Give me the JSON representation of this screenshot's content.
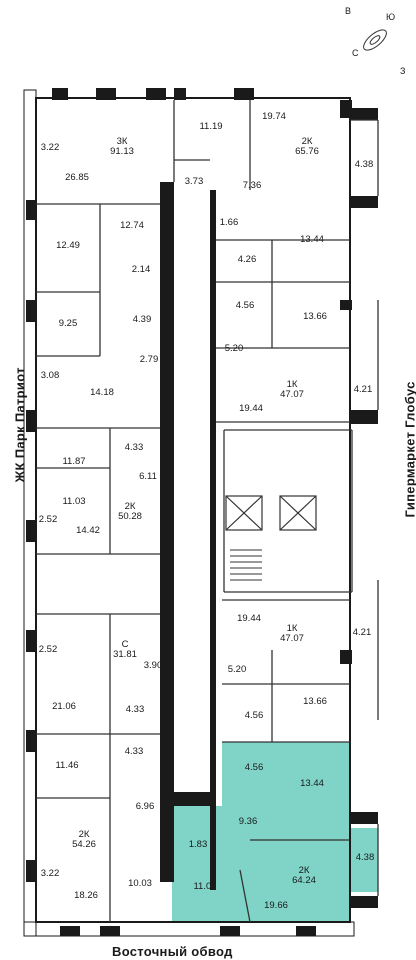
{
  "labels": {
    "left_street": "ЖК Парк Патриот",
    "right_street": "Гипермаркет Глобус",
    "bottom_street": "Восточный обвод",
    "compass_n": "С",
    "compass_s": "Ю",
    "compass_e": "В",
    "compass_w": "З"
  },
  "rooms": [
    {
      "id": "r01",
      "text": "3.22"
    },
    {
      "id": "r02",
      "text": "3К\n91.13"
    },
    {
      "id": "r03",
      "text": "26.85"
    },
    {
      "id": "r04",
      "text": "11.19"
    },
    {
      "id": "r05",
      "text": "19.74"
    },
    {
      "id": "r06",
      "text": "2К\n65.76"
    },
    {
      "id": "r07",
      "text": "4.38"
    },
    {
      "id": "r08",
      "text": "3.73"
    },
    {
      "id": "r09",
      "text": "7.36"
    },
    {
      "id": "r10",
      "text": "1.66"
    },
    {
      "id": "r11",
      "text": "12.74"
    },
    {
      "id": "r12",
      "text": "12.49"
    },
    {
      "id": "r13",
      "text": "13.44"
    },
    {
      "id": "r14",
      "text": "2.14"
    },
    {
      "id": "r15",
      "text": "4.26"
    },
    {
      "id": "r16",
      "text": "4.39"
    },
    {
      "id": "r17",
      "text": "9.25"
    },
    {
      "id": "r18",
      "text": "4.56"
    },
    {
      "id": "r19",
      "text": "13.66"
    },
    {
      "id": "r20",
      "text": "5.20"
    },
    {
      "id": "r21",
      "text": "2.79"
    },
    {
      "id": "r22",
      "text": "3.08"
    },
    {
      "id": "r23",
      "text": "14.18"
    },
    {
      "id": "r24",
      "text": "1К\n47.07"
    },
    {
      "id": "r25",
      "text": "4.21"
    },
    {
      "id": "r26",
      "text": "19.44"
    },
    {
      "id": "r27",
      "text": "4.33"
    },
    {
      "id": "r28",
      "text": "11.87"
    },
    {
      "id": "r29",
      "text": "6.11"
    },
    {
      "id": "r30",
      "text": "11.03"
    },
    {
      "id": "r31",
      "text": "2К\n50.28"
    },
    {
      "id": "r32",
      "text": "2.52"
    },
    {
      "id": "r33",
      "text": "14.42"
    },
    {
      "id": "r34",
      "text": "19.44"
    },
    {
      "id": "r35",
      "text": "1К\n47.07"
    },
    {
      "id": "r36",
      "text": "4.21"
    },
    {
      "id": "r37",
      "text": "2.52"
    },
    {
      "id": "r38",
      "text": "С\n31.81"
    },
    {
      "id": "r39",
      "text": "3.90"
    },
    {
      "id": "r40",
      "text": "5.20"
    },
    {
      "id": "r41",
      "text": "21.06"
    },
    {
      "id": "r42",
      "text": "4.33"
    },
    {
      "id": "r43",
      "text": "4.56"
    },
    {
      "id": "r44",
      "text": "13.66"
    },
    {
      "id": "r45",
      "text": "4.33"
    },
    {
      "id": "r46",
      "text": "11.46"
    },
    {
      "id": "r47",
      "text": "4.56"
    },
    {
      "id": "r48",
      "text": "13.44"
    },
    {
      "id": "r49",
      "text": "6.96"
    },
    {
      "id": "r50",
      "text": "9.36"
    },
    {
      "id": "r51",
      "text": "2К\n54.26"
    },
    {
      "id": "r52",
      "text": "1.83"
    },
    {
      "id": "r53",
      "text": "3.22"
    },
    {
      "id": "r54",
      "text": "4.38"
    },
    {
      "id": "r55",
      "text": "2К\n64.24"
    },
    {
      "id": "r56",
      "text": "10.03"
    },
    {
      "id": "r57",
      "text": "18.26"
    },
    {
      "id": "r58",
      "text": "11.01"
    },
    {
      "id": "r59",
      "text": "19.66"
    }
  ],
  "colors": {
    "highlight": "#7fd3c7",
    "wall": "#1a1a1a",
    "line": "#333333"
  }
}
